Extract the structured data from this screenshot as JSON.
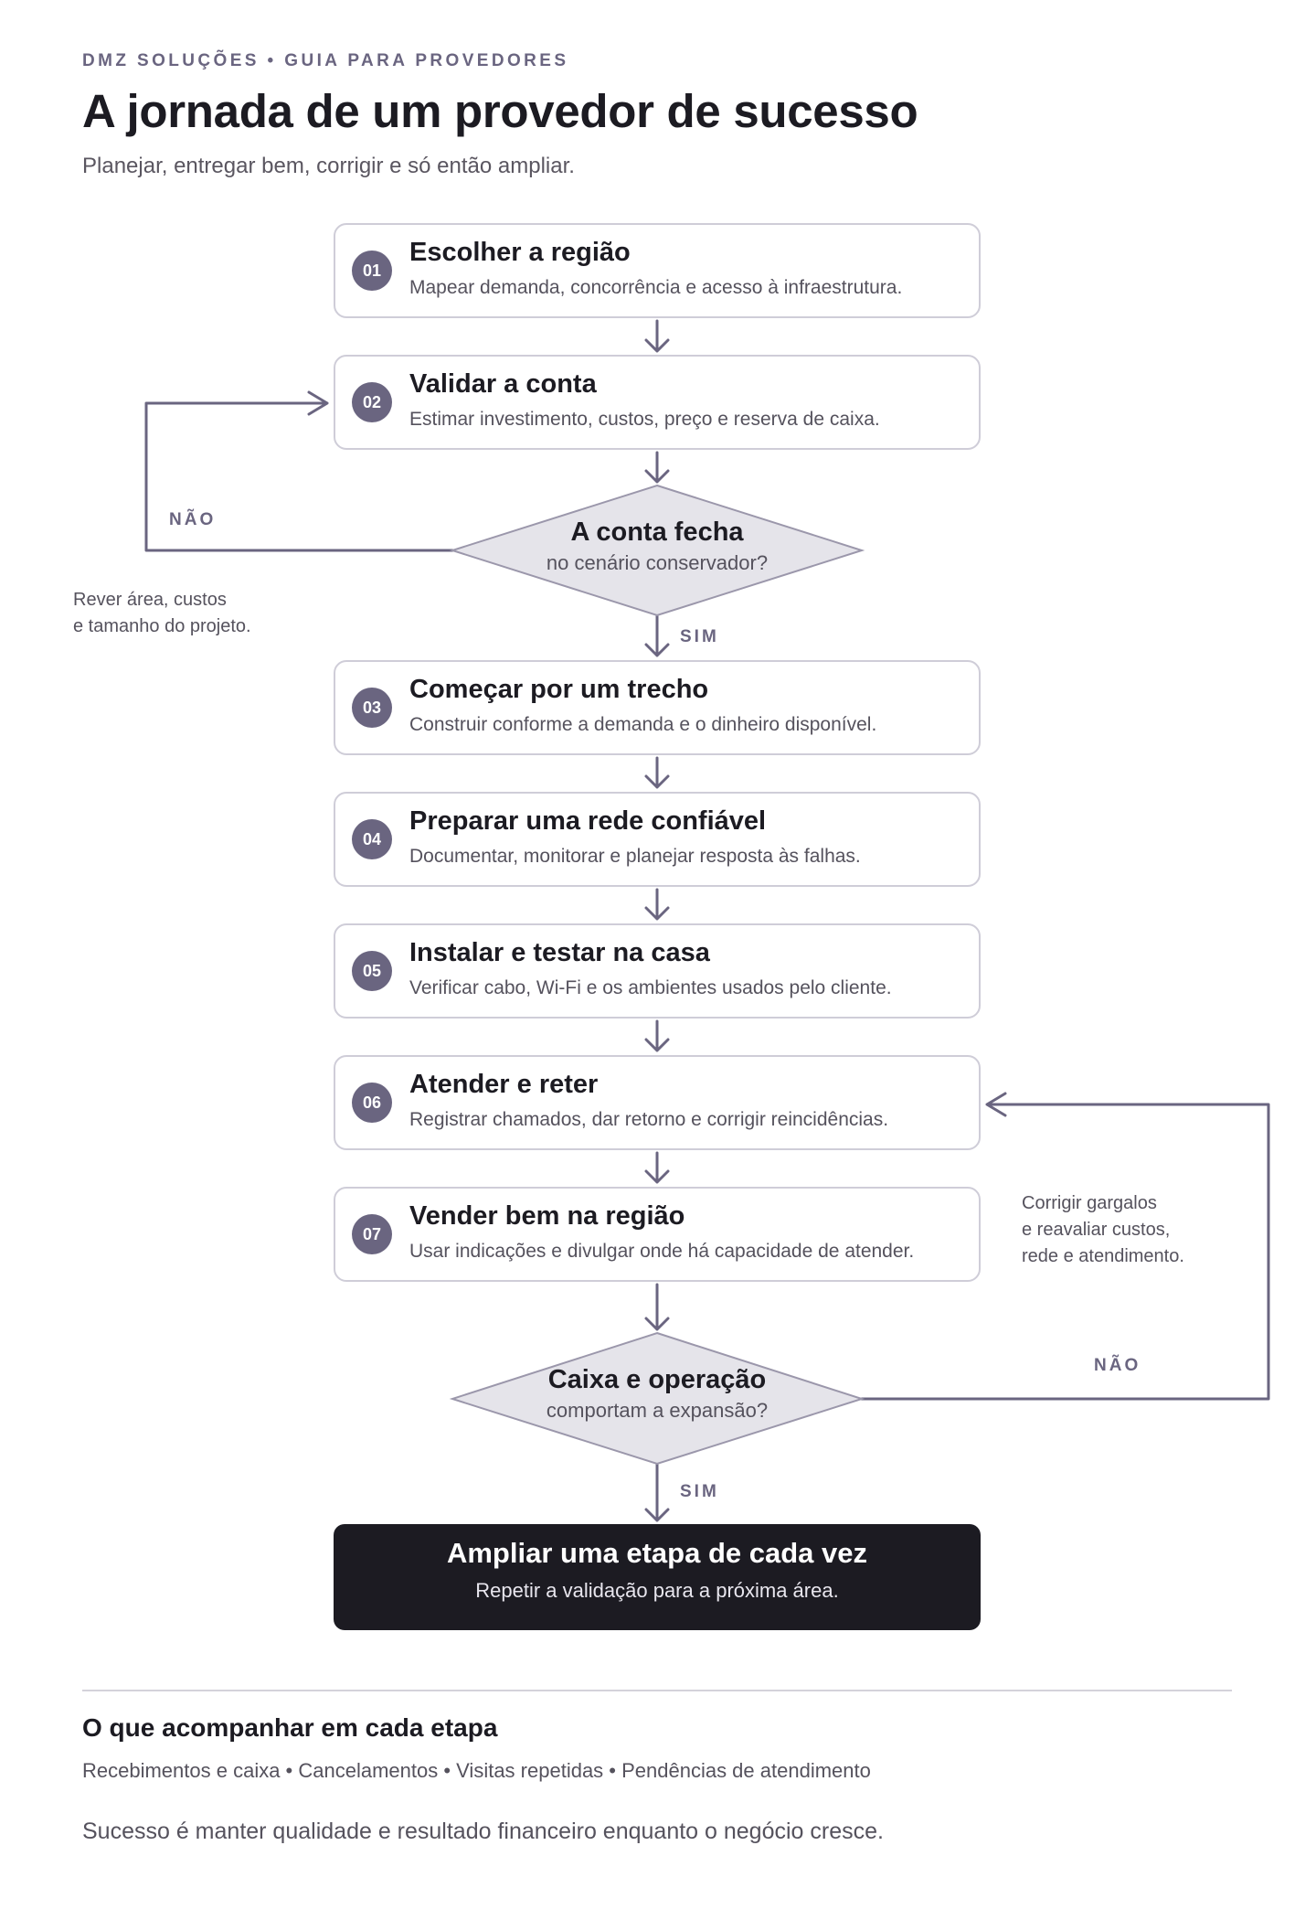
{
  "header": {
    "kicker": "DMZ SOLUÇÕES • GUIA PARA PROVEDORES",
    "title": "A jornada de um provedor de sucesso",
    "subtitle": "Planejar, entregar bem, corrigir e só então ampliar."
  },
  "steps": [
    {
      "num": "01",
      "title": "Escolher a região",
      "desc": "Mapear demanda, concorrência e acesso à infraestrutura."
    },
    {
      "num": "02",
      "title": "Validar a conta",
      "desc": "Estimar investimento, custos, preço e reserva de caixa."
    },
    {
      "num": "03",
      "title": "Começar por um trecho",
      "desc": "Construir conforme a demanda e o dinheiro disponível."
    },
    {
      "num": "04",
      "title": "Preparar uma rede confiável",
      "desc": "Documentar, monitorar e planejar resposta às falhas."
    },
    {
      "num": "05",
      "title": "Instalar e testar na casa",
      "desc": "Verificar cabo, Wi-Fi e os ambientes usados pelo cliente."
    },
    {
      "num": "06",
      "title": "Atender e reter",
      "desc": "Registrar chamados, dar retorno e corrigir reincidências."
    },
    {
      "num": "07",
      "title": "Vender bem na região",
      "desc": "Usar indicações e divulgar onde há capacidade de atender."
    }
  ],
  "decisions": [
    {
      "title": "A conta fecha",
      "sub": "no cenário conservador?",
      "no_label": "NÃO",
      "yes_label": "SIM",
      "note_lines": [
        "Rever área, custos",
        "e tamanho do projeto."
      ]
    },
    {
      "title": "Caixa e operação",
      "sub": "comportam a expansão?",
      "no_label": "NÃO",
      "yes_label": "SIM",
      "note_lines": [
        "Corrigir gargalos",
        "e reavaliar custos,",
        "rede e atendimento."
      ]
    }
  ],
  "final": {
    "title": "Ampliar uma etapa de cada vez",
    "desc": "Repetir a validação para a próxima área."
  },
  "tracking": {
    "title": "O que acompanhar em cada etapa",
    "items": "Recebimentos e caixa • Cancelamentos • Visitas repetidas • Pendências de atendimento"
  },
  "closing": "Sucesso é manter qualidade e resultado financeiro enquanto o negócio cresce.",
  "colors": {
    "accent": "#6a6580",
    "dark": "#1c1b22",
    "border": "#cfcdd8",
    "diamond_fill": "#e5e4ea"
  }
}
